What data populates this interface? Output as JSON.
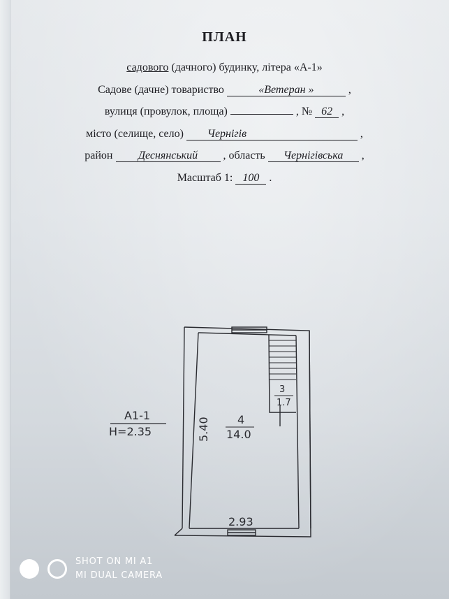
{
  "title": "ПЛАН",
  "line1": {
    "p1": "садового",
    "p2": " (дачного) будинку, літера «А-1»"
  },
  "line2": {
    "label": "Садове (дачне) товариство",
    "value": "«Ветеран »",
    "end": ","
  },
  "line3": {
    "label": "вулиця (провулок, площа)",
    "value": "",
    "sep": ", №",
    "number": "62",
    "end": ","
  },
  "line4": {
    "label": "місто (селище, село)",
    "value": "Чернігів",
    "end": ","
  },
  "line5": {
    "label": "район",
    "district": "Деснянський",
    "sep": ", область",
    "region": "Чернігівська",
    "end": ","
  },
  "line6": {
    "label": "Масштаб 1:",
    "value": "100",
    "end": "."
  },
  "plan": {
    "building_id": "А1-1",
    "height": "Н=2.35",
    "length": "5.40",
    "width": "2.93",
    "room_main": {
      "number": "4",
      "area": "14.0"
    },
    "room_stair": {
      "number": "3",
      "area": "1.7"
    }
  },
  "watermark": {
    "line1": "SHOT ON MI A1",
    "line2": "MI DUAL CAMERA"
  }
}
